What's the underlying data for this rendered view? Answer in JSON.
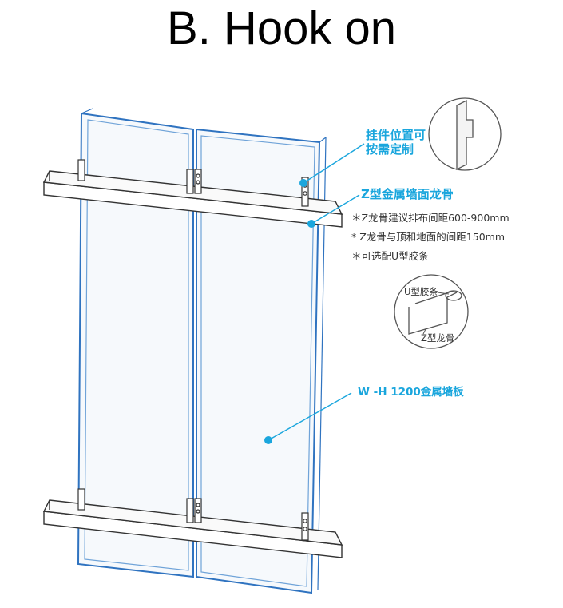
{
  "title": "B. Hook on",
  "labels": {
    "hook_position": "挂件位置可\n按需定制",
    "z_keel": "Z型金属墙面龙骨",
    "panel": "W -H 1200金属墙板"
  },
  "notes": [
    "＊Z龙骨建议排布间距600-900mm",
    "* Z龙骨与顶和地面的间距150mm",
    "＊可选配U型胶条"
  ],
  "detail": {
    "u_strip": "U型胶条",
    "z_keel": "Z型龙骨"
  },
  "colors": {
    "accent": "#1aa6dd",
    "frame": "#2f73c0"
  }
}
